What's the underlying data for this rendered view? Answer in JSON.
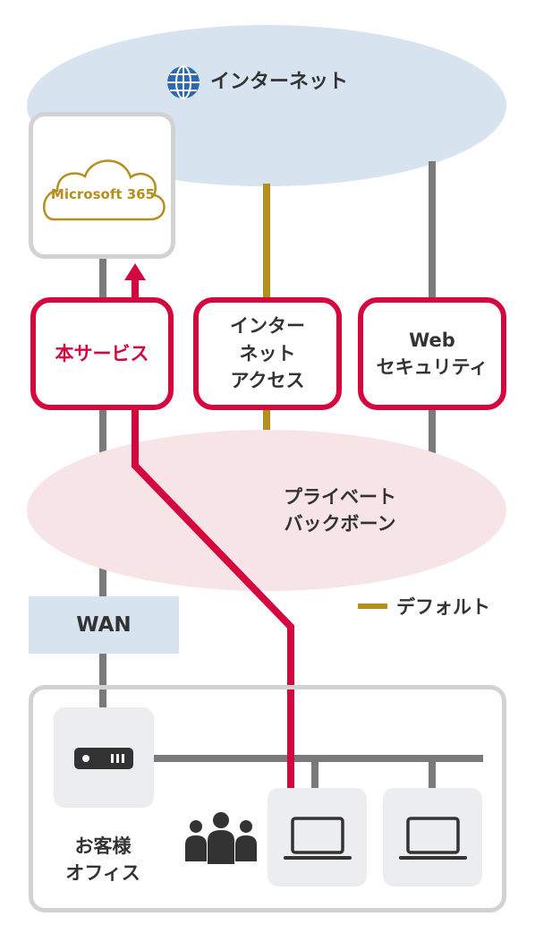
{
  "internet": {
    "label": "インターネット",
    "icon": "globe-icon"
  },
  "cloud": {
    "label": "Microsoft 365",
    "icon": "cloud-icon"
  },
  "services": {
    "main": "本サービス",
    "internet_access": [
      "インター",
      "ネット",
      "アクセス"
    ],
    "web_security": [
      "Web",
      "セキュリティ"
    ]
  },
  "backbone": {
    "label": [
      "プライベート",
      "バックボーン"
    ]
  },
  "legend": {
    "default_label": "デフォルト"
  },
  "wan": {
    "label": "WAN"
  },
  "office": {
    "label": [
      "お客様",
      "オフィス"
    ]
  },
  "colors": {
    "accent_red": "#d4073f",
    "default_gold": "#b58f1e",
    "line_gray": "#7a7a7a",
    "internet_blue": "#d7e3ee",
    "backbone_pink": "#f7e4e7",
    "frame_gray": "#d2d2d2",
    "device_bg": "#ecedef"
  }
}
